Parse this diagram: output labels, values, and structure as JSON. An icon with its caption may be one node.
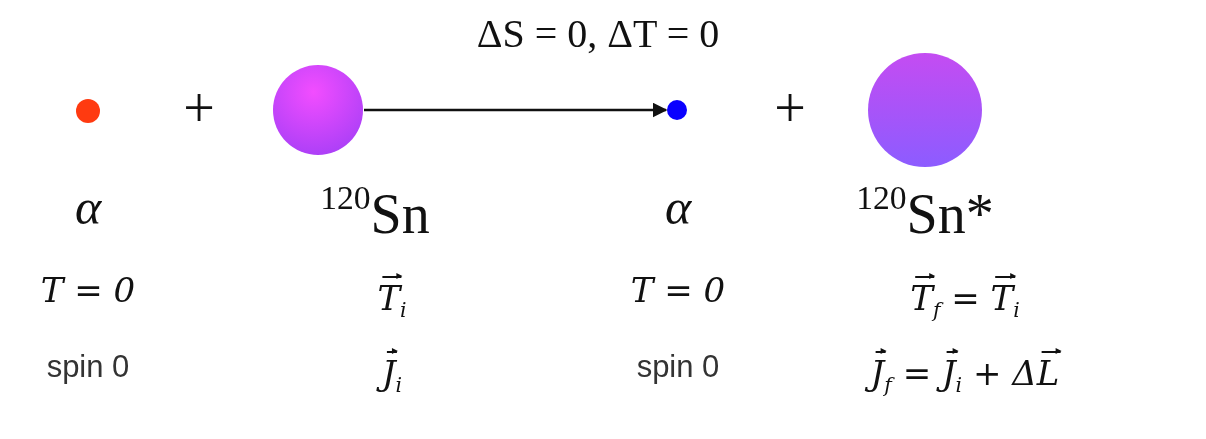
{
  "diagram": {
    "title": "ΔS = 0,  ΔT = 0",
    "nodes": [
      {
        "text": [],
        "shape": "circle",
        "beside": [
          "α",
          "T = 0",
          "spin 0"
        ]
      },
      {
        "text": [],
        "shape": "circle",
        "beside": [
          "$^{120}$Sn",
          "T$_{i}$",
          "J$_{i}$"
        ]
      },
      {
        "text": [],
        "shape": "circle",
        "beside": [
          "α",
          "T = 0",
          "spin 0"
        ]
      },
      {
        "text": [],
        "shape": "circle",
        "beside": [
          "$^{120}$Sn*",
          "T$_{f}$ = T$_{i}$",
          "J$_{f}$ = J$_{i}$ + ΔL"
        ]
      }
    ],
    "edges": [
      {
        "from": 1,
        "to": 2,
        "arrow": "to"
      }
    ],
    "labels": [
      "+",
      "+"
    ]
  }
}
